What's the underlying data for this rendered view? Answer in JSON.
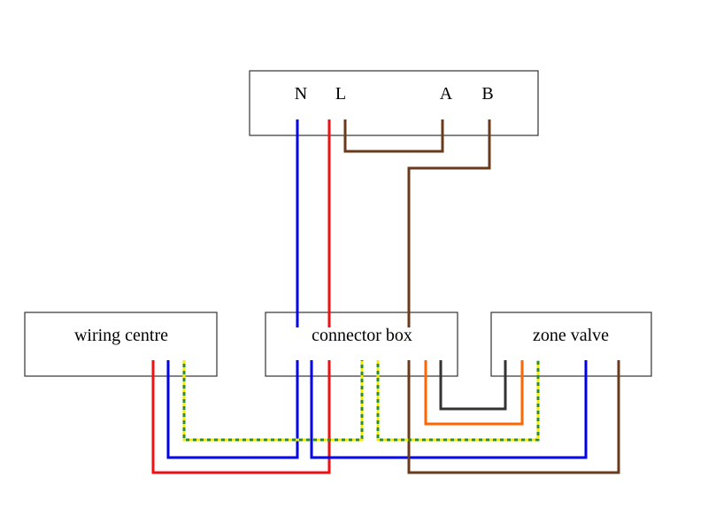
{
  "boxes": {
    "top_unit": {
      "terminals": [
        "N",
        "L",
        "A",
        "B"
      ]
    },
    "wiring_centre": {
      "label": "wiring centre"
    },
    "connector_box": {
      "label": "connector box"
    },
    "zone_valve": {
      "label": "zone valve"
    }
  },
  "colors": {
    "neutral": "#0000ee",
    "live": "#ee1111",
    "switched": "#6b3a1a",
    "earth_green": "#2e8b2e",
    "earth_yellow": "#eeee00",
    "orange": "#ff6600",
    "grey": "#333333"
  }
}
